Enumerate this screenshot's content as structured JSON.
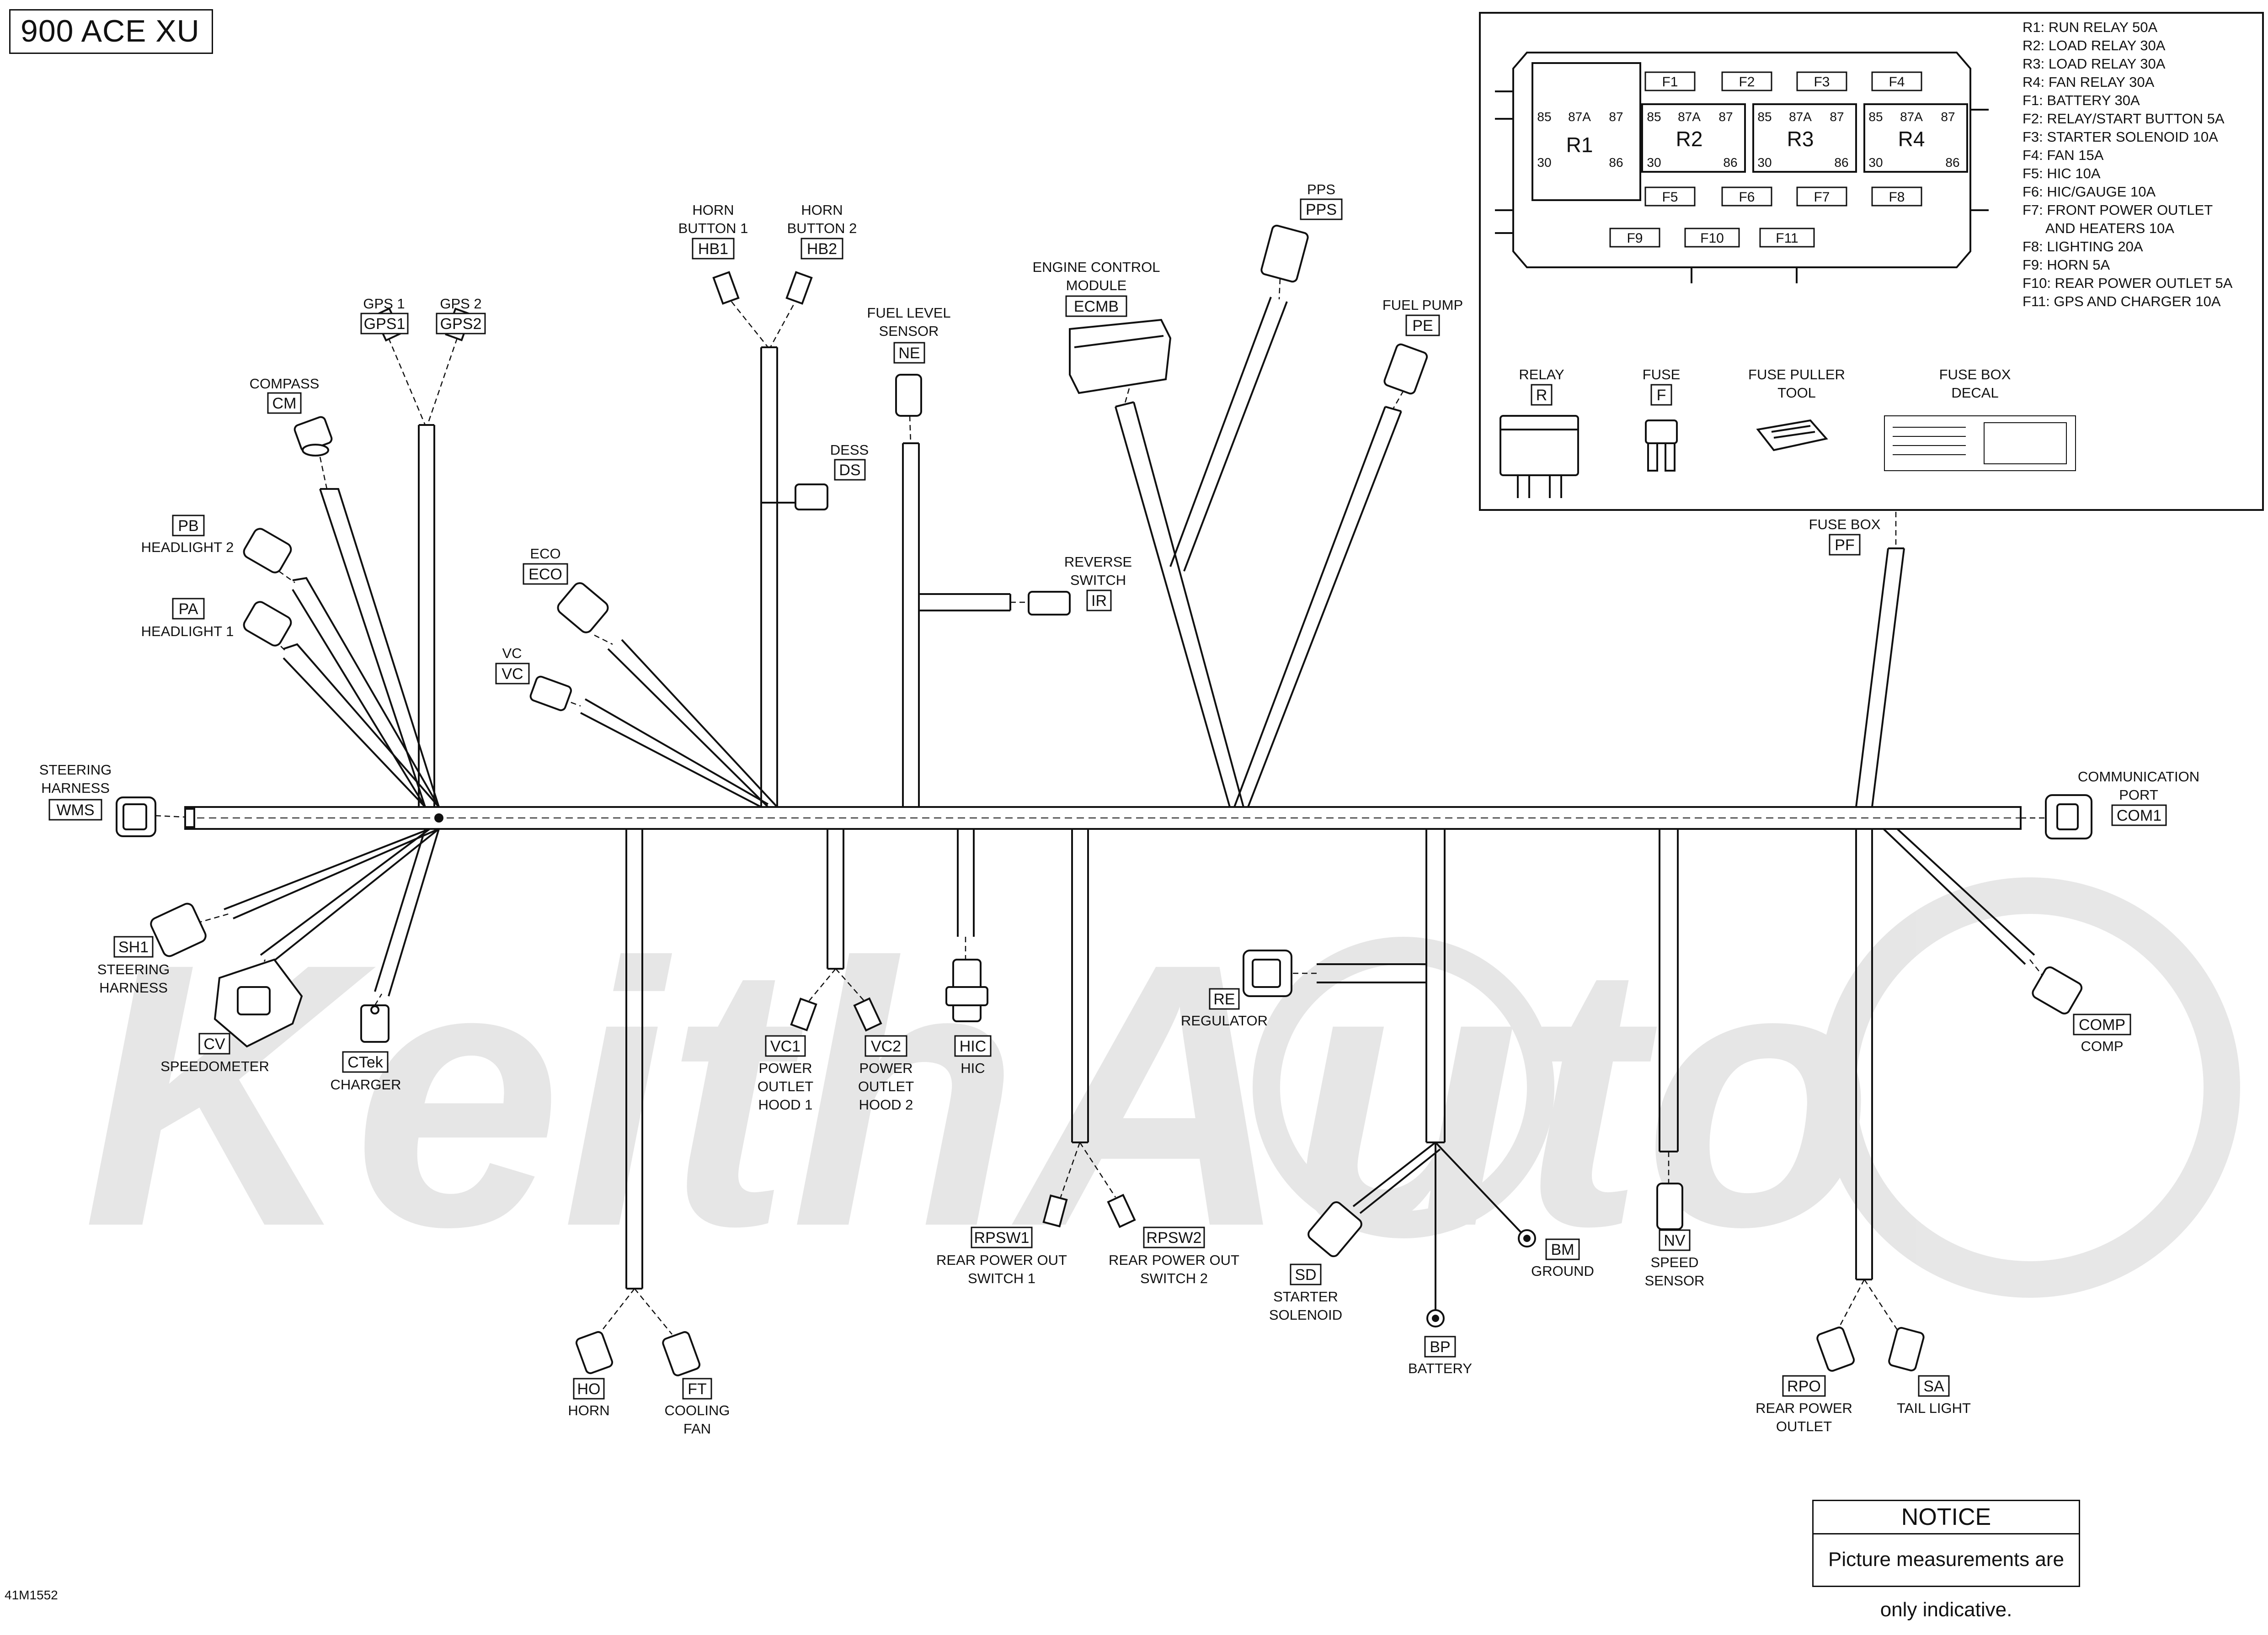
{
  "title": "900 ACE XU",
  "document_number": "41M1552",
  "notice": {
    "heading": "NOTICE",
    "text": "Picture measurements are only indicative."
  },
  "watermark": "KeithAuto",
  "connectors": {
    "gps1": {
      "name": "GPS 1",
      "code": "GPS1"
    },
    "gps2": {
      "name": "GPS 2",
      "code": "GPS2"
    },
    "compass": {
      "name": "COMPASS",
      "code": "CM"
    },
    "headlight2": {
      "name": "HEADLIGHT 2",
      "code": "PB"
    },
    "headlight1": {
      "name": "HEADLIGHT 1",
      "code": "PA"
    },
    "steering_harness_wms": {
      "name_line1": "STEERING",
      "name_line2": "HARNESS",
      "code": "WMS"
    },
    "steering_harness_sh1": {
      "name_line1": "STEERING",
      "name_line2": "HARNESS",
      "code": "SH1"
    },
    "speedometer": {
      "name": "SPEEDOMETER",
      "code": "CV"
    },
    "charger": {
      "name": "CHARGER",
      "code": "CTek"
    },
    "horn_button1": {
      "name_line1": "HORN",
      "name_line2": "BUTTON 1",
      "code": "HB1"
    },
    "horn_button2": {
      "name_line1": "HORN",
      "name_line2": "BUTTON 2",
      "code": "HB2"
    },
    "eco": {
      "name": "ECO",
      "code": "ECO"
    },
    "vc": {
      "name": "VC",
      "code": "VC"
    },
    "dess": {
      "name": "DESS",
      "code": "DS"
    },
    "fuel_level": {
      "name_line1": "FUEL LEVEL",
      "name_line2": "SENSOR",
      "code": "NE"
    },
    "reverse_switch": {
      "name_line1": "REVERSE",
      "name_line2": "SWITCH",
      "code": "IR"
    },
    "ecm": {
      "name_line1": "ENGINE CONTROL",
      "name_line2": "MODULE",
      "code": "ECMB"
    },
    "pps": {
      "name": "PPS",
      "code": "PPS"
    },
    "fuel_pump": {
      "name": "FUEL PUMP",
      "code": "PE"
    },
    "fuse_box": {
      "name": "FUSE BOX",
      "code": "PF"
    },
    "comm_port": {
      "name_line1": "COMMUNICATION",
      "name_line2": "PORT",
      "code": "COM1"
    },
    "comp": {
      "name": "COMP",
      "code": "COMP"
    },
    "vc1": {
      "name_line1": "POWER",
      "name_line2": "OUTLET",
      "name_line3": "HOOD 1",
      "code": "VC1"
    },
    "vc2": {
      "name_line1": "POWER",
      "name_line2": "OUTLET",
      "name_line3": "HOOD 2",
      "code": "VC2"
    },
    "hic": {
      "name": "HIC",
      "code": "HIC"
    },
    "regulator": {
      "name": "REGULATOR",
      "code": "RE"
    },
    "rpsw1": {
      "name_line1": "REAR POWER OUT",
      "name_line2": "SWITCH 1",
      "code": "RPSW1"
    },
    "rpsw2": {
      "name_line1": "REAR POWER OUT",
      "name_line2": "SWITCH 2",
      "code": "RPSW2"
    },
    "horn": {
      "name": "HORN",
      "code": "HO"
    },
    "cooling_fan": {
      "name_line1": "COOLING",
      "name_line2": "FAN",
      "code": "FT"
    },
    "starter_solenoid": {
      "name_line1": "STARTER",
      "name_line2": "SOLENOID",
      "code": "SD"
    },
    "battery": {
      "name": "BATTERY",
      "code": "BP"
    },
    "ground": {
      "name": "GROUND",
      "code": "BM"
    },
    "speed_sensor": {
      "name_line1": "SPEED",
      "name_line2": "SENSOR",
      "code": "NV"
    },
    "rear_power_outlet": {
      "name_line1": "REAR POWER",
      "name_line2": "OUTLET",
      "code": "RPO"
    },
    "tail_light": {
      "name": "TAIL LIGHT",
      "code": "SA"
    }
  },
  "fuse_box_panel": {
    "relays": [
      {
        "label": "R1",
        "pins": [
          "85",
          "87A",
          "87",
          "30",
          "86"
        ]
      },
      {
        "label": "R2",
        "pins": [
          "85",
          "87A",
          "87",
          "30",
          "86"
        ]
      },
      {
        "label": "R3",
        "pins": [
          "85",
          "87A",
          "87",
          "30",
          "86"
        ]
      },
      {
        "label": "R4",
        "pins": [
          "85",
          "87A",
          "87",
          "30",
          "86"
        ]
      }
    ],
    "fuse_slots_top": [
      "F1",
      "F2",
      "F3",
      "F4"
    ],
    "fuse_slots_mid": [
      "F5",
      "F6",
      "F7",
      "F8"
    ],
    "fuse_slots_bottom": [
      "F9",
      "F10",
      "F11"
    ],
    "legend": [
      "R1: RUN RELAY 50A",
      "R2: LOAD RELAY 30A",
      "R3: LOAD RELAY 30A",
      "R4: FAN RELAY 30A",
      "F1: BATTERY 30A",
      "F2: RELAY/START BUTTON 5A",
      "F3: STARTER SOLENOID 10A",
      "F4: FAN 15A",
      "F5: HIC 10A",
      "F6: HIC/GAUGE 10A",
      "F7: FRONT POWER OUTLET",
      "AND HEATERS 10A",
      "F8: LIGHTING 20A",
      "F9: HORN 5A",
      "F10: REAR POWER OUTLET 5A",
      "F11: GPS AND CHARGER 10A"
    ],
    "parts": [
      {
        "name": "RELAY",
        "code": "R"
      },
      {
        "name": "FUSE",
        "code": "F"
      },
      {
        "name_line1": "FUSE PULLER",
        "name_line2": "TOOL"
      },
      {
        "name_line1": "FUSE BOX",
        "name_line2": "DECAL"
      }
    ]
  }
}
